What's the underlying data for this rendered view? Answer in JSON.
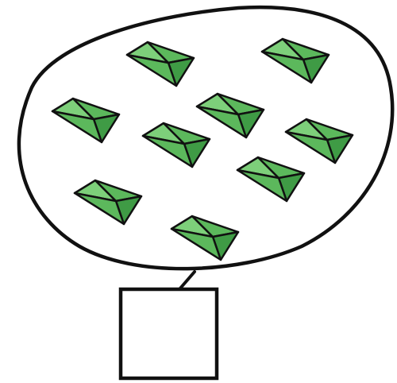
{
  "colors": {
    "stroke": "#111111",
    "background": "#ffffff",
    "pyramid_fill": "#5cb85c",
    "pyramid_fill_light": "#7dcf7a",
    "pyramid_fill_dark": "#3f9b45"
  },
  "group": {
    "shape": "ellipse",
    "item_icon": "green-pyramid-icon",
    "item_count": 9
  },
  "answer_box": {
    "shape": "square",
    "value": ""
  }
}
